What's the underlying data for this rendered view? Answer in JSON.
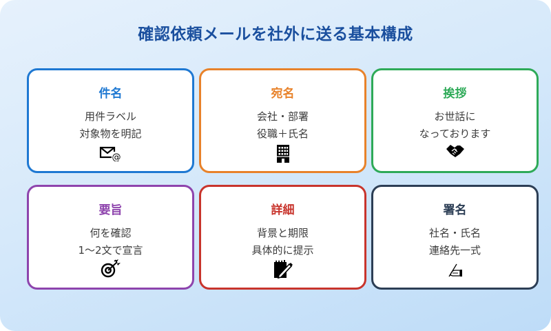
{
  "title": "確認依頼メールを社外に送る基本構成",
  "colors": {
    "title": "#1a4f9e",
    "subject": "#1e78d2",
    "recipient": "#e8822a",
    "greeting": "#2eaa58",
    "summary": "#8e44ad",
    "details": "#c8342c",
    "signature": "#2c3e55"
  },
  "cards": [
    {
      "heading": "件名",
      "line1": "用件ラベル",
      "line2": "対象物を明記",
      "icon": "envelope-at-icon"
    },
    {
      "heading": "宛名",
      "line1": "会社・部署",
      "line2": "役職＋氏名",
      "icon": "office-building-icon"
    },
    {
      "heading": "挨拶",
      "line1": "お世話に",
      "line2": "なっております",
      "icon": "handshake-icon"
    },
    {
      "heading": "要旨",
      "line1": "何を確認",
      "line2": "1〜2文で宣言",
      "icon": "target-dart-icon"
    },
    {
      "heading": "詳細",
      "line1": "背景と期限",
      "line2": "具体的に提示",
      "icon": "memo-pencil-icon"
    },
    {
      "heading": "署名",
      "line1": "社名・氏名",
      "line2": "連絡先一式",
      "icon": "writing-hand-icon"
    }
  ]
}
